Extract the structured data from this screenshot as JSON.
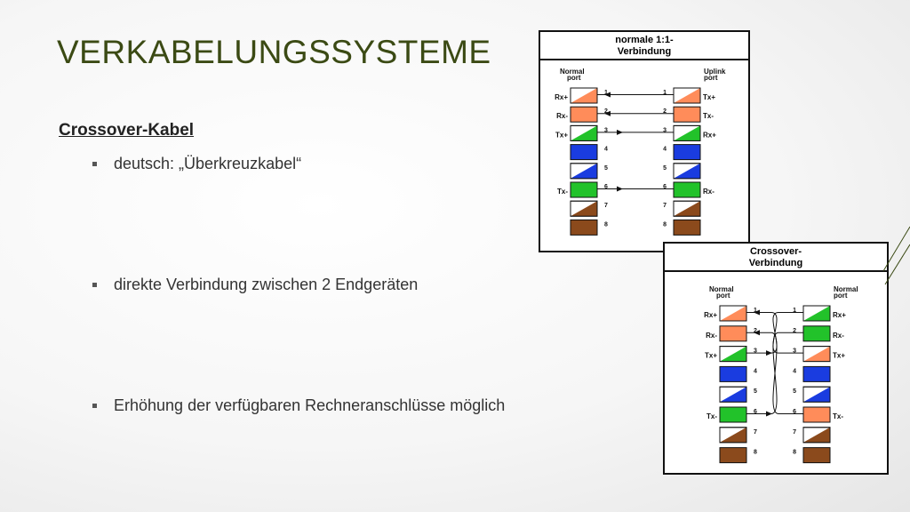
{
  "slide": {
    "title": "VERKABELUNGSSYSTEME",
    "subtitle": "Crossover-Kabel",
    "bullets": [
      "deutsch:  „Überkreuzkabel“",
      "direkte Verbindung zwischen 2 Endgeräten",
      "Erhöhung der verfügbaren Rechneranschlüsse möglich"
    ]
  },
  "diagram_straight": {
    "header_line1": "normale 1:1-",
    "header_line2": "Verbindung",
    "left_header_line1": "Normal",
    "left_header_line2": "port",
    "right_header_line1": "Uplink",
    "right_header_line2": "port",
    "pins": [
      "1",
      "2",
      "3",
      "4",
      "5",
      "6",
      "7",
      "8"
    ],
    "left_labels": {
      "1": "Rx+",
      "2": "Rx-",
      "3": "Tx+",
      "6": "Tx-"
    },
    "right_labels": {
      "1": "Tx+",
      "2": "Tx-",
      "3": "Rx+",
      "6": "Rx-"
    }
  },
  "diagram_crossover": {
    "header_line1": "Crossover-",
    "header_line2": "Verbindung",
    "left_header_line1": "Normal",
    "left_header_line2": "port",
    "right_header_line1": "Normal",
    "right_header_line2": "port",
    "pins": [
      "1",
      "2",
      "3",
      "4",
      "5",
      "6",
      "7",
      "8"
    ],
    "left_labels": {
      "1": "Rx+",
      "2": "Rx-",
      "3": "Tx+",
      "6": "Tx-"
    },
    "right_labels": {
      "1": "Rx+",
      "2": "Rx-",
      "3": "Tx+",
      "6": "Tx-"
    }
  },
  "colors": {
    "title": "#3b4a14",
    "orange": "#ff8c5a",
    "green": "#22c22a",
    "blue": "#1a3ce0",
    "brown": "#8b4a1c"
  }
}
